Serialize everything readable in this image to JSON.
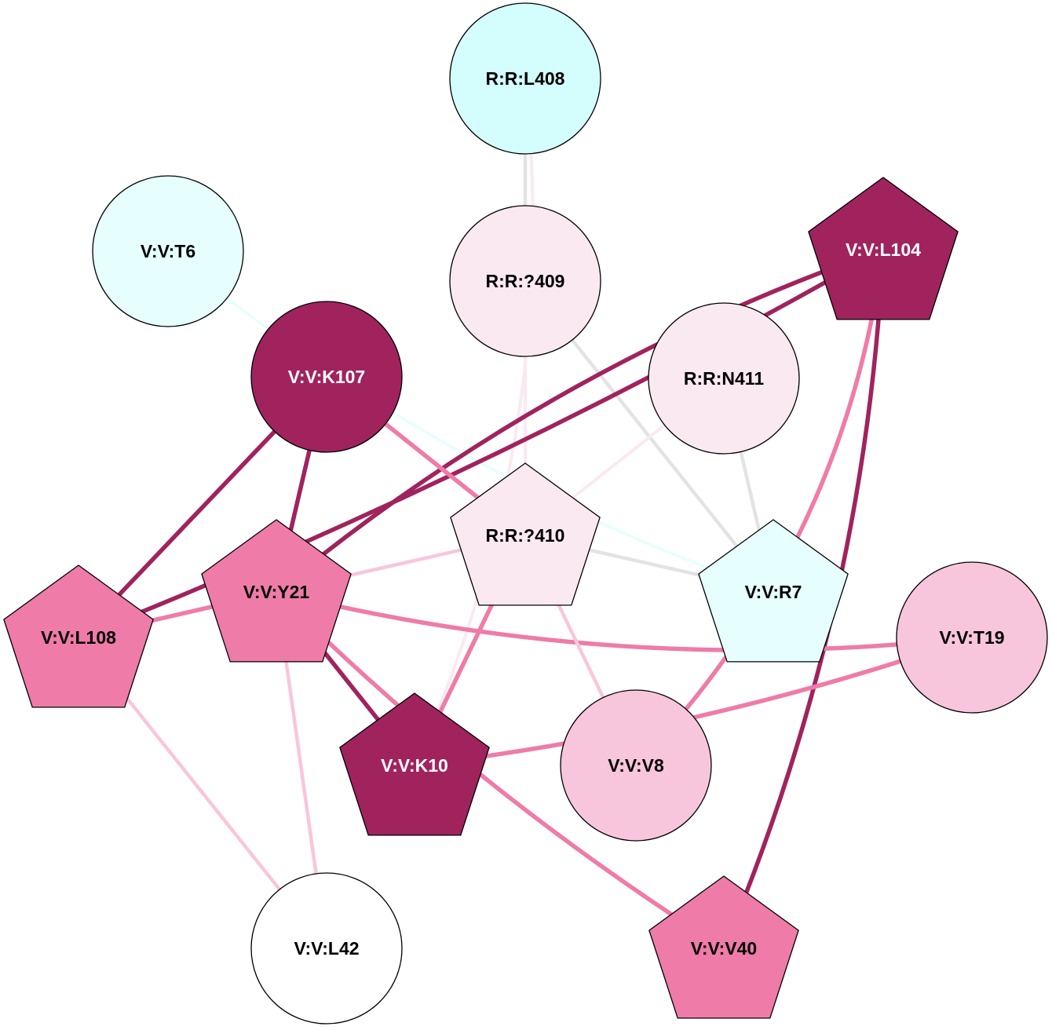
{
  "title": "Residue interaction network",
  "colors": {
    "cyan_light": "#d4fefe",
    "cyan_lighter": "#e6fefe",
    "pink_pale": "#fbe9f2",
    "pink_light": "#f8c6dc",
    "pink_mid": "#ef7ba9",
    "magenta_dark": "#a0235e",
    "white": "#ffffff",
    "edge_grey": "#e3e3e3"
  },
  "nodes": [
    {
      "id": "R:R:L408",
      "label": "R:R:L408",
      "shape": "circle",
      "fill": "#d4fefe",
      "text_color": "#000000"
    },
    {
      "id": "V:V:T6",
      "label": "V:V:T6",
      "shape": "circle",
      "fill": "#e6fefe",
      "text_color": "#000000"
    },
    {
      "id": "R:R:?409",
      "label": "R:R:?409",
      "shape": "circle",
      "fill": "#fbe9f2",
      "text_color": "#000000"
    },
    {
      "id": "V:V:L104",
      "label": "V:V:L104",
      "shape": "pentagon",
      "fill": "#a0235e",
      "text_color": "#ffffff"
    },
    {
      "id": "V:V:K107",
      "label": "V:V:K107",
      "shape": "circle",
      "fill": "#a0235e",
      "text_color": "#ffffff"
    },
    {
      "id": "R:R:N411",
      "label": "R:R:N411",
      "shape": "circle",
      "fill": "#fbe9f2",
      "text_color": "#000000"
    },
    {
      "id": "R:R:?410",
      "label": "R:R:?410",
      "shape": "pentagon",
      "fill": "#fbe9f2",
      "text_color": "#000000"
    },
    {
      "id": "V:V:Y21",
      "label": "V:V:Y21",
      "shape": "pentagon",
      "fill": "#ef7ba9",
      "text_color": "#000000"
    },
    {
      "id": "V:V:R7",
      "label": "V:V:R7",
      "shape": "pentagon",
      "fill": "#e6fefe",
      "text_color": "#000000"
    },
    {
      "id": "V:V:L108",
      "label": "V:V:L108",
      "shape": "pentagon",
      "fill": "#ef7ba9",
      "text_color": "#000000"
    },
    {
      "id": "V:V:T19",
      "label": "V:V:T19",
      "shape": "circle",
      "fill": "#f8c6dc",
      "text_color": "#000000"
    },
    {
      "id": "V:V:K10",
      "label": "V:V:K10",
      "shape": "pentagon",
      "fill": "#a0235e",
      "text_color": "#ffffff"
    },
    {
      "id": "V:V:V8",
      "label": "V:V:V8",
      "shape": "circle",
      "fill": "#f8c6dc",
      "text_color": "#000000"
    },
    {
      "id": "V:V:L42",
      "label": "V:V:L42",
      "shape": "circle",
      "fill": "#ffffff",
      "text_color": "#000000"
    },
    {
      "id": "V:V:V40",
      "label": "V:V:V40",
      "shape": "pentagon",
      "fill": "#ef7ba9",
      "text_color": "#000000"
    }
  ],
  "edges": [
    {
      "source": "R:R:L408",
      "target": "R:R:?409",
      "color": "#e3e3e3"
    },
    {
      "source": "R:R:L408",
      "target": "V:V:K10",
      "color": "#fbe9f2"
    },
    {
      "source": "V:V:T6",
      "target": "V:V:R7",
      "color": "#e6fefe"
    },
    {
      "source": "R:R:?409",
      "target": "R:R:?410",
      "color": "#fbe9f2"
    },
    {
      "source": "R:R:?409",
      "target": "V:V:R7",
      "color": "#e3e3e3"
    },
    {
      "source": "R:R:N411",
      "target": "R:R:?410",
      "color": "#fbe9f2"
    },
    {
      "source": "R:R:N411",
      "target": "V:V:R7",
      "color": "#e3e3e3"
    },
    {
      "source": "R:R:?410",
      "target": "V:V:R7",
      "color": "#e3e3e3"
    },
    {
      "source": "V:V:L104",
      "target": "V:V:L108",
      "color": "#a0235e"
    },
    {
      "source": "V:V:L104",
      "target": "V:V:Y21",
      "color": "#a0235e"
    },
    {
      "source": "V:V:L104",
      "target": "V:V:V8",
      "color": "#ef7ba9"
    },
    {
      "source": "V:V:L104",
      "target": "V:V:V40",
      "color": "#a0235e"
    },
    {
      "source": "V:V:K107",
      "target": "V:V:L108",
      "color": "#a0235e"
    },
    {
      "source": "V:V:K107",
      "target": "V:V:Y21",
      "color": "#a0235e"
    },
    {
      "source": "V:V:K107",
      "target": "R:R:?410",
      "color": "#ef7ba9"
    },
    {
      "source": "V:V:Y21",
      "target": "R:R:?410",
      "color": "#f8c6dc"
    },
    {
      "source": "V:V:Y21",
      "target": "V:V:L108",
      "color": "#ef7ba9"
    },
    {
      "source": "V:V:Y21",
      "target": "V:V:T19",
      "color": "#ef7ba9"
    },
    {
      "source": "V:V:Y21",
      "target": "V:V:K10",
      "color": "#a0235e"
    },
    {
      "source": "V:V:Y21",
      "target": "V:V:V40",
      "color": "#ef7ba9"
    },
    {
      "source": "V:V:Y21",
      "target": "V:V:L42",
      "color": "#f8c6dc"
    },
    {
      "source": "R:R:?410",
      "target": "V:V:K10",
      "color": "#ef7ba9"
    },
    {
      "source": "R:R:?410",
      "target": "V:V:V8",
      "color": "#f8c6dc"
    },
    {
      "source": "V:V:T19",
      "target": "V:V:K10",
      "color": "#ef7ba9"
    },
    {
      "source": "V:V:L108",
      "target": "V:V:L42",
      "color": "#f8c6dc"
    }
  ]
}
